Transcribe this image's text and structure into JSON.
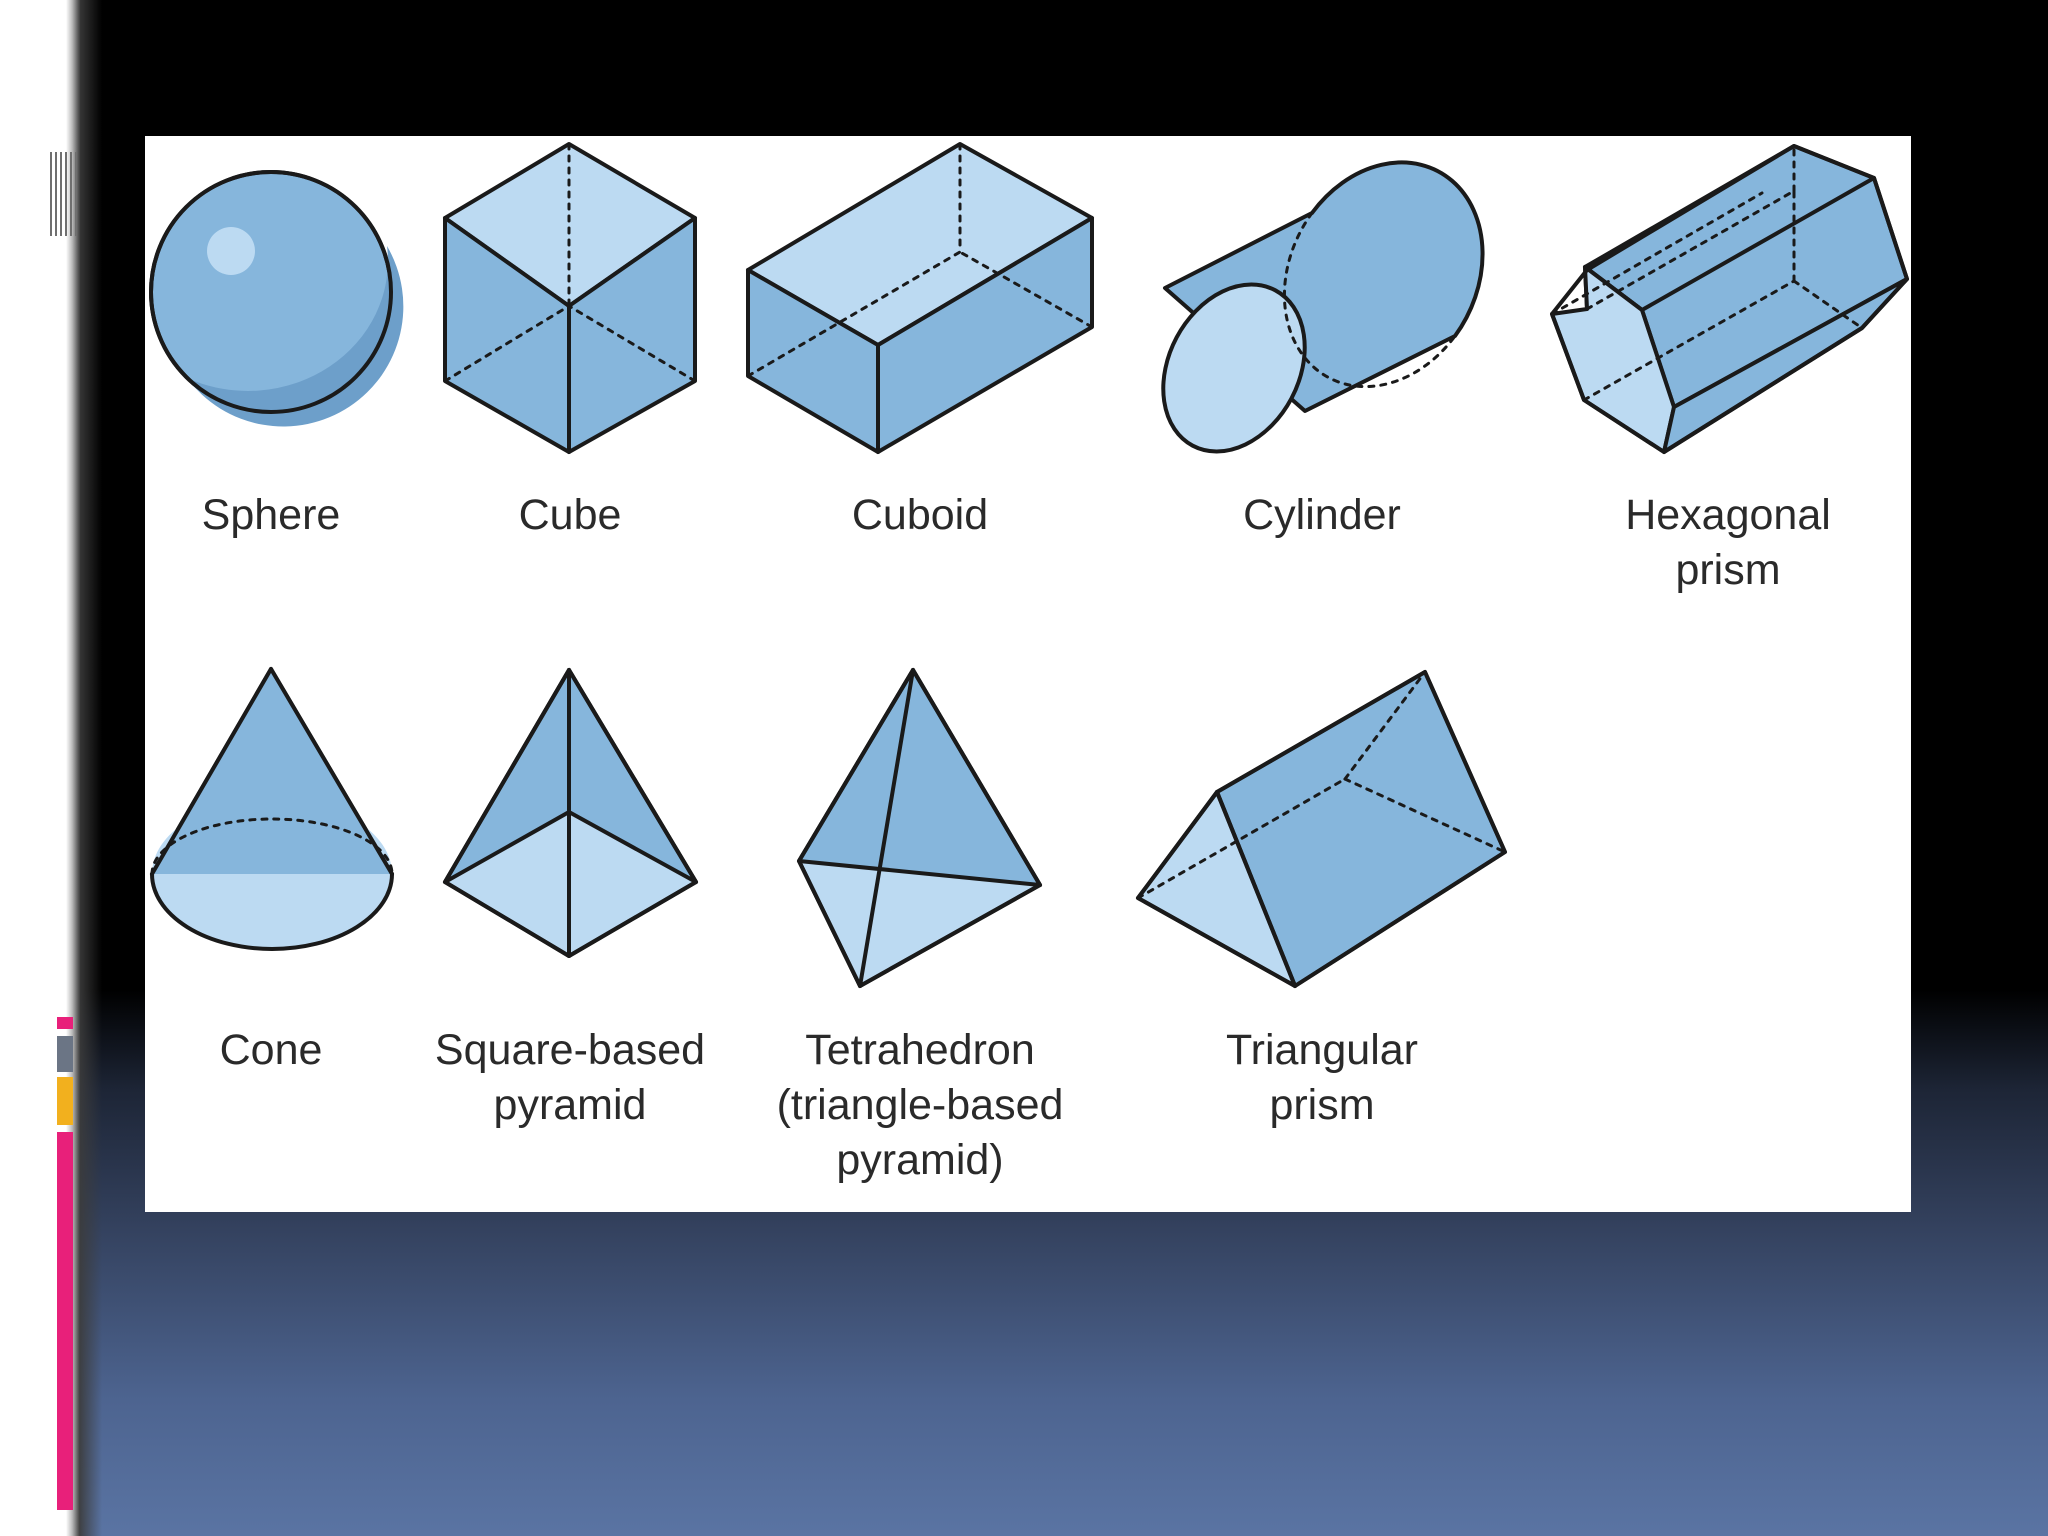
{
  "slide": {
    "colors": {
      "slide_background_top": "#000000",
      "slide_background_bottom": "#5a74a3",
      "accent_pink": "#e8207a",
      "accent_gray": "#6b7585",
      "accent_gold": "#f2b01e",
      "shape_fill": "#86b6dc",
      "shape_fill_light": "#bcdaf2",
      "outline": "#1a1a1a"
    }
  },
  "diagram": {
    "shapes": [
      {
        "id": "sphere",
        "label": "Sphere"
      },
      {
        "id": "cube",
        "label": "Cube"
      },
      {
        "id": "cuboid",
        "label": "Cuboid"
      },
      {
        "id": "cylinder",
        "label": "Cylinder"
      },
      {
        "id": "hexagonal-prism",
        "label": "Hexagonal prism"
      },
      {
        "id": "cone",
        "label": "Cone"
      },
      {
        "id": "square-based-pyramid",
        "label": "Square-based\npyramid"
      },
      {
        "id": "tetrahedron",
        "label": "Tetrahedron\n(triangle-based\npyramid)"
      },
      {
        "id": "triangular-prism",
        "label": "Triangular\nprism"
      }
    ]
  }
}
